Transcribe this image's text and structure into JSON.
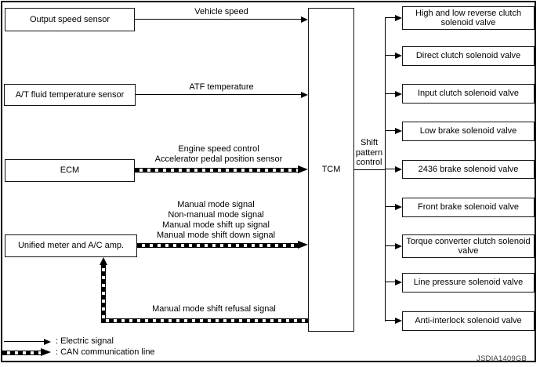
{
  "nodes": {
    "left": [
      {
        "label": "Output speed sensor"
      },
      {
        "label": "A/T fluid temperature sensor"
      },
      {
        "label": "ECM"
      },
      {
        "label": "Unified meter and A/C amp."
      }
    ],
    "tcm": {
      "label": "TCM"
    },
    "right": [
      {
        "label": "High and low reverse clutch solenoid valve"
      },
      {
        "label": "Direct clutch solenoid valve"
      },
      {
        "label": "Input clutch solenoid valve"
      },
      {
        "label": "Low brake solenoid valve"
      },
      {
        "label": "2436 brake solenoid valve"
      },
      {
        "label": "Front brake solenoid valve"
      },
      {
        "label": "Torque converter clutch solenoid valve"
      },
      {
        "label": "Line pressure solenoid valve"
      },
      {
        "label": "Anti-interlock solenoid valve"
      }
    ]
  },
  "signal_labels": {
    "vehicle_speed": "Vehicle speed",
    "atf_temperature": "ATF temperature",
    "ecm_lines": [
      "Engine speed control",
      "Accelerator pedal position sensor"
    ],
    "manual_lines": [
      "Manual mode signal",
      "Non-manual mode signal",
      "Manual mode shift up signal",
      "Manual mode shift down signal"
    ],
    "refusal": "Manual mode shift refusal signal",
    "shift_pattern": [
      "Shift",
      "pattern",
      "control"
    ]
  },
  "legend": {
    "electric": ": Electric signal",
    "can": ": CAN communication line"
  },
  "figure_code": "JSDIA1409GB",
  "colors": {
    "line": "#000000",
    "background": "#ffffff"
  }
}
